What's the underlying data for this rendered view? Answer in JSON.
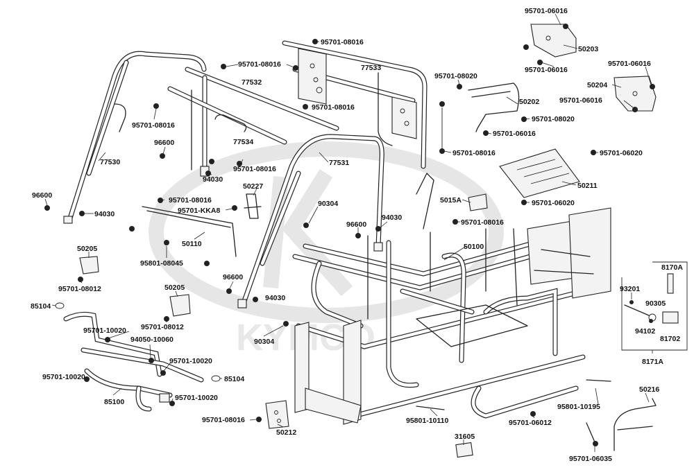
{
  "watermark": "KYMCO",
  "labels": {
    "p95701_06016_a": "95701-06016",
    "p50203": "50203",
    "p95701_06016_b": "95701-06016",
    "p95701_06016_c": "95701-06016",
    "p50204": "50204",
    "p95701_06016_d": "95701-06016",
    "p95701_08016_a": "95701-08016",
    "p95701_08016_b": "95701-08016",
    "p77533": "77533",
    "p77532": "77532",
    "p95701_08020_a": "95701-08020",
    "p50202": "50202",
    "p95701_08020_b": "95701-08020",
    "p95701_08016_c": "95701-08016",
    "p95701_06016_e": "95701-06016",
    "p95701_08016_d": "95701-08016",
    "p95701_06020_a": "95701-06020",
    "p95701_08016_e": "95701-08016",
    "p77534": "77534",
    "p96600_a": "96600",
    "p77530": "77530",
    "p77531": "77531",
    "p95701_08016_f": "95701-08016",
    "p94030_a": "94030",
    "p50211": "50211",
    "p50227": "50227",
    "p95701_06020_b": "95701-06020",
    "p5015A": "5015A",
    "p96600_b": "96600",
    "p94030_b": "94030",
    "p95701_08016_g": "95701-08016",
    "p95701_KKA8": "95701-KKA8",
    "p90304_a": "90304",
    "p96600_c": "96600",
    "p94030_c": "94030",
    "p50110": "50110",
    "p50100": "50100",
    "p50205_a": "50205",
    "p95801_08045": "95801-08045",
    "p8170A": "8170A",
    "p95701_08012_a": "95701-08012",
    "p96600_d": "96600",
    "p94030_d": "94030",
    "p93201": "93201",
    "p90305": "90305",
    "p50205_b": "50205",
    "p85104_a": "85104",
    "p95701_10020_a": "95701-10020",
    "p95701_08012_b": "95701-08012",
    "p90304_b": "90304",
    "p94102": "94102",
    "p81702": "81702",
    "p94050_10060": "94050-10060",
    "p8171A": "8171A",
    "p95701_10020_b": "95701-10020",
    "p95701_10020_c": "95701-10020",
    "p85104_b": "85104",
    "p50216": "50216",
    "p95701_10020_d": "95701-10020",
    "p95801_10195": "95801-10195",
    "p85100": "85100",
    "p95701_08016_h": "95701-08016",
    "p95801_10110": "95801-10110",
    "p95701_06012": "95701-06012",
    "p50212": "50212",
    "p31605": "31605",
    "p95701_06035": "95701-06035"
  }
}
